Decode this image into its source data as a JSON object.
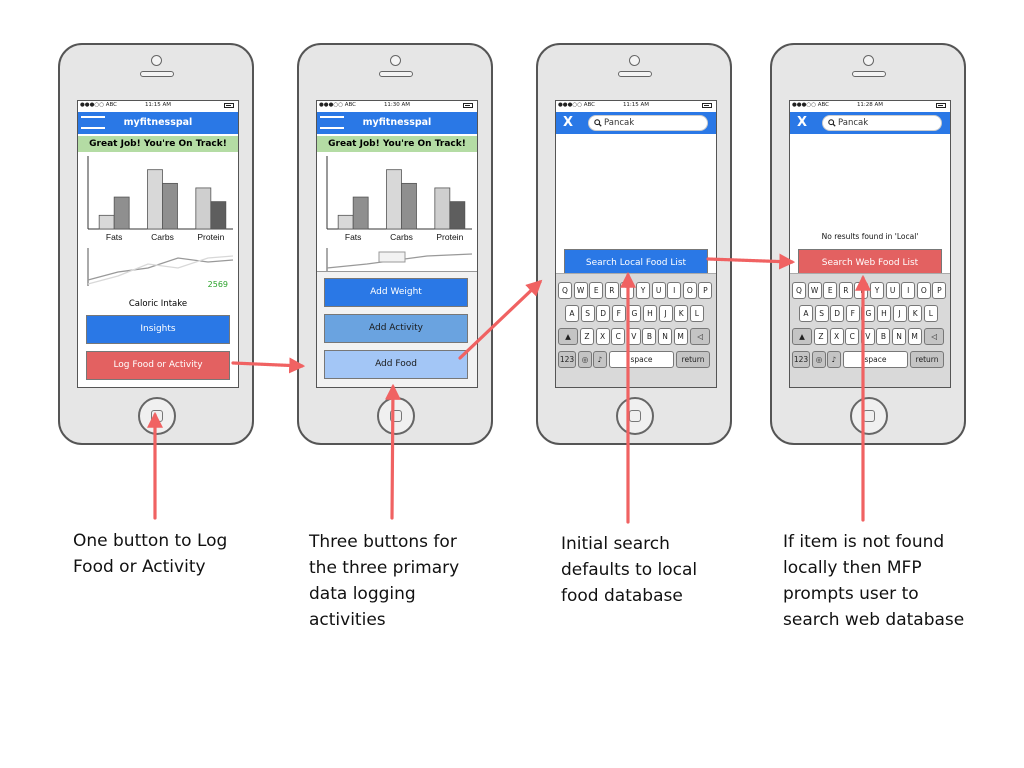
{
  "status_bar": {
    "carrier": "●●●○○ ABC"
  },
  "phones": [
    {
      "time": "11:15 AM"
    },
    {
      "time": "11:30 AM"
    },
    {
      "time": "11:15 AM"
    },
    {
      "time": "11:28 AM"
    }
  ],
  "home_screen": {
    "app_title": "myfitnesspal",
    "banner": "Great Job! You're On Track!",
    "caloric_value": "2569",
    "caloric_label": "Caloric Intake",
    "insights_button": "Insights",
    "log_button": "Log Food or Activity"
  },
  "log_menu": {
    "add_weight": "Add Weight",
    "add_activity": "Add Activity",
    "add_food": "Add Food"
  },
  "search_screen": {
    "close_label": "X",
    "search_value": "Pancak",
    "local_button": "Search Local Food List",
    "no_results": "No results found in 'Local'",
    "web_button": "Search Web Food List"
  },
  "keyboard": {
    "row1": [
      "Q",
      "W",
      "E",
      "R",
      "T",
      "Y",
      "U",
      "I",
      "O",
      "P"
    ],
    "row2": [
      "A",
      "S",
      "D",
      "F",
      "G",
      "H",
      "J",
      "K",
      "L"
    ],
    "row3": [
      "Z",
      "X",
      "C",
      "V",
      "B",
      "N",
      "M"
    ],
    "numbers_key": "123",
    "space_key": "space",
    "return_key": "return"
  },
  "chart_data": {
    "type": "bar",
    "categories": [
      "Fats",
      "Carbs",
      "Protein"
    ],
    "series": [
      {
        "values": [
          3,
          13,
          9
        ]
      },
      {
        "values": [
          7,
          10,
          6
        ]
      }
    ],
    "ylim": [
      0,
      16
    ]
  },
  "captions": [
    "One button to Log\nFood or Activity",
    "Three buttons for\nthe three primary\ndata logging\nactivities",
    "Initial search\ndefaults to local\nfood database",
    "If item is not found\nlocally then MFP\nprompts user to\nsearch web database"
  ],
  "colors": {
    "accent_blue": "#2a78e6",
    "banner_green": "#b4dca4",
    "danger_red": "#e36161",
    "annotation_red": "#f06262",
    "positive_green": "#2aa32a"
  }
}
